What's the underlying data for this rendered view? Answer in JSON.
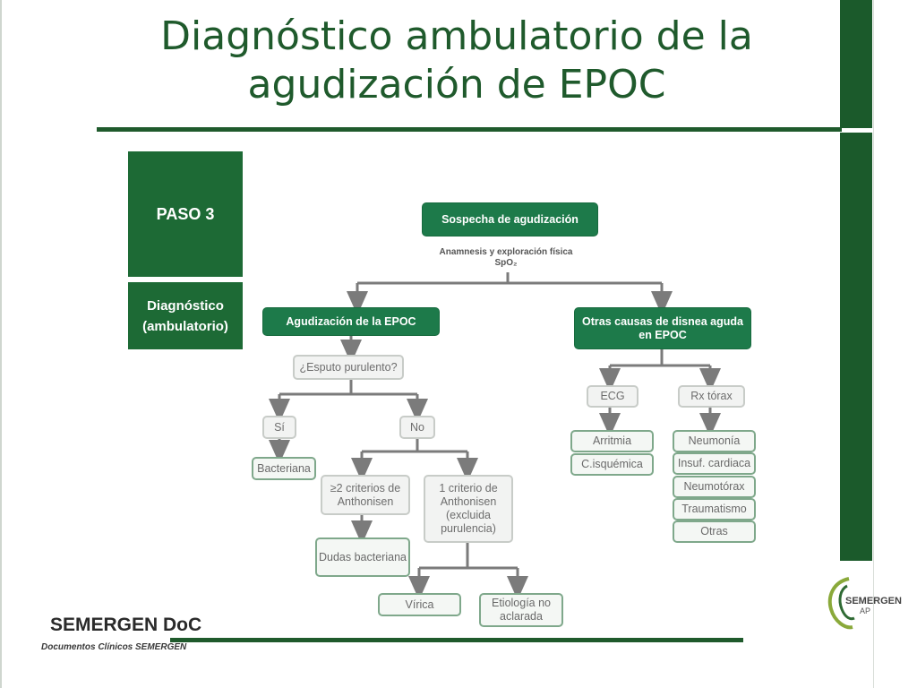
{
  "title": "Diagnóstico ambulatorio de la agudización de EPOC",
  "sidebar": {
    "step": "PASO 3",
    "diagnosis_line1": "Diagnóstico",
    "diagnosis_line2": "(ambulatorio)"
  },
  "flow": {
    "root": "Sospecha de agudización",
    "root_note_line1": "Anamnesis y exploración física",
    "root_note_line2": "SpO₂",
    "left": {
      "title": "Agudización de la EPOC",
      "question": "¿Esputo purulento?",
      "yes": "Sí",
      "no": "No",
      "bacterial": "Bacteriana",
      "two_criteria": "≥2 criterios de Anthonisen",
      "one_criterion": "1 criterio de Anthonisen (excluida purulencia)",
      "doubts": "Dudas bacteriana",
      "viral": "Vírica",
      "unclear": "Etiología no aclarada"
    },
    "right": {
      "title": "Otras causas de disnea aguda en EPOC",
      "ecg": "ECG",
      "ecg_items": [
        "Arritmia",
        "C.isquémica"
      ],
      "xray": "Rx tórax",
      "xray_items": [
        "Neumonía",
        "Insuf. cardiaca",
        "Neumotórax",
        "Traumatismo",
        "Otras"
      ]
    }
  },
  "footer": {
    "brand": "SEMERGEN DoC",
    "brand_sub": "Documentos Clínicos SEMERGEN",
    "logo_text": "SEMERGEN",
    "logo_sub": "AP"
  },
  "colors": {
    "dark_green": "#1f5a2c",
    "node_green": "#1d7a4a",
    "connector": "#7b7b7b"
  }
}
